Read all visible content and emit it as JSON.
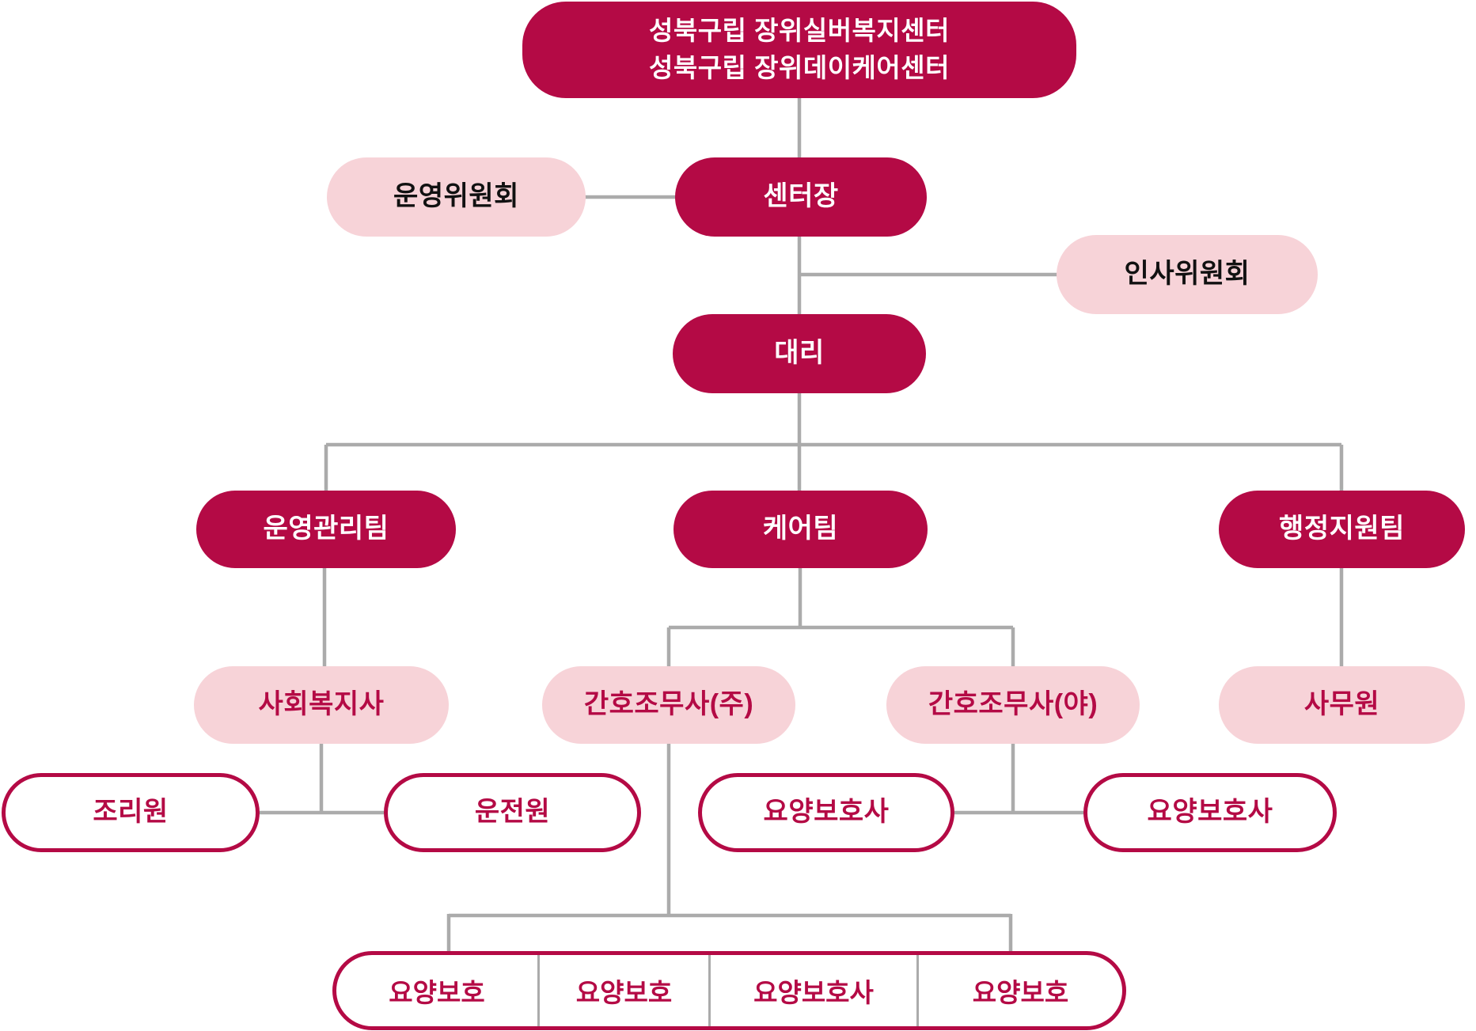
{
  "colors": {
    "primary": "#b40a45",
    "pink": "#f7d3d8",
    "line": "#ababab",
    "dark_text": "#111111"
  },
  "org": {
    "title": {
      "line1": "성북구립 장위실버복지센터",
      "line2": "성북구립 장위데이케어센터"
    },
    "nodes": {
      "steering_committee": "운영위원회",
      "center_director": "센터장",
      "hr_committee": "인사위원회",
      "deputy_manager": "대리",
      "operations_team": "운영관리팀",
      "care_team": "케어팀",
      "admin_support_team": "행정지원팀",
      "social_worker": "사회복지사",
      "nurse_aide_day": "간호조무사(주)",
      "nurse_aide_night": "간호조무사(야)",
      "office_clerk": "사무원",
      "cook": "조리원",
      "driver": "운전원",
      "care_worker_day": "요양보호사",
      "care_worker_night": "요양보호사",
      "bottom_cells": [
        "요양보호",
        "요양보호",
        "요양보호사",
        "요양보호"
      ]
    }
  }
}
